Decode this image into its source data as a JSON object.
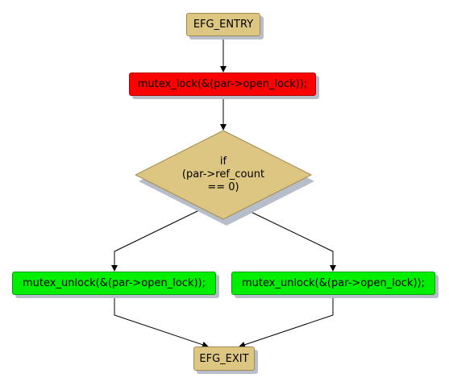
{
  "colors": {
    "terminal": "#dcc682",
    "lock": "#ff0000",
    "unlock": "#00ee00",
    "decision": "#dcc682",
    "edge": "#000000"
  },
  "nodes": {
    "entry": "EFG_ENTRY",
    "lock": "mutex_lock(&(par->open_lock));",
    "condition": "if\n(par->ref_count\n== 0)",
    "unlock_left": "mutex_unlock(&(par->open_lock));",
    "unlock_right": "mutex_unlock(&(par->open_lock));",
    "exit": "EFG_EXIT"
  }
}
